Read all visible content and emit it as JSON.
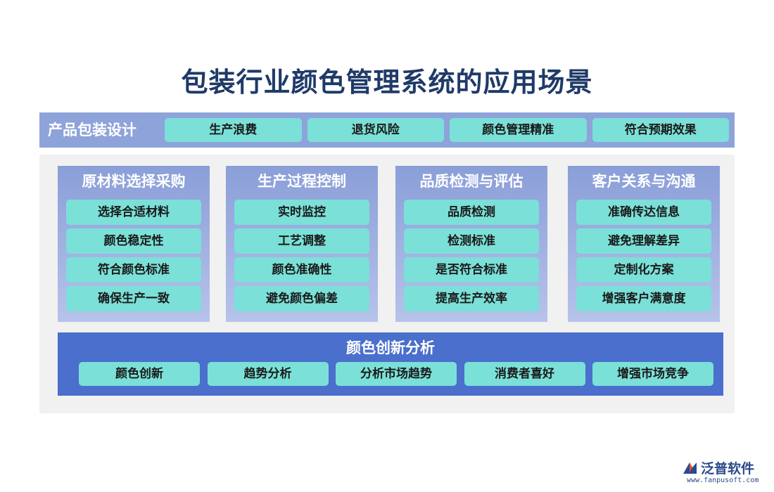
{
  "title": "包装行业颜色管理系统的应用场景",
  "top_bar": {
    "label": "产品包装设计",
    "items": [
      "生产浪费",
      "退货风险",
      "颜色管理精准",
      "符合预期效果"
    ]
  },
  "columns": [
    {
      "title": "原材料选择采购",
      "items": [
        "选择合适材料",
        "颜色稳定性",
        "符合颜色标准",
        "确保生产一致"
      ]
    },
    {
      "title": "生产过程控制",
      "items": [
        "实时监控",
        "工艺调整",
        "颜色准确性",
        "避免颜色偏差"
      ]
    },
    {
      "title": "品质检测与评估",
      "items": [
        "品质检测",
        "检测标准",
        "是否符合标准",
        "提高生产效率"
      ]
    },
    {
      "title": "客户关系与沟通",
      "items": [
        "准确传达信息",
        "避免理解差异",
        "定制化方案",
        "增强客户满意度"
      ]
    }
  ],
  "bottom": {
    "title": "颜色创新分析",
    "items": [
      "颜色创新",
      "趋势分析",
      "分析市场趋势",
      "消费者喜好",
      "增强市场竞争"
    ]
  },
  "logo": {
    "name": "泛普软件",
    "url": "www.fanpusoft.com"
  },
  "colors": {
    "title": "#1f3a68",
    "top_bar": "#8ea3d9",
    "column": "#8a9ed8",
    "chip": "#7be0d8",
    "bottom": "#4a6fcc",
    "panel": "#f1f1f1"
  }
}
